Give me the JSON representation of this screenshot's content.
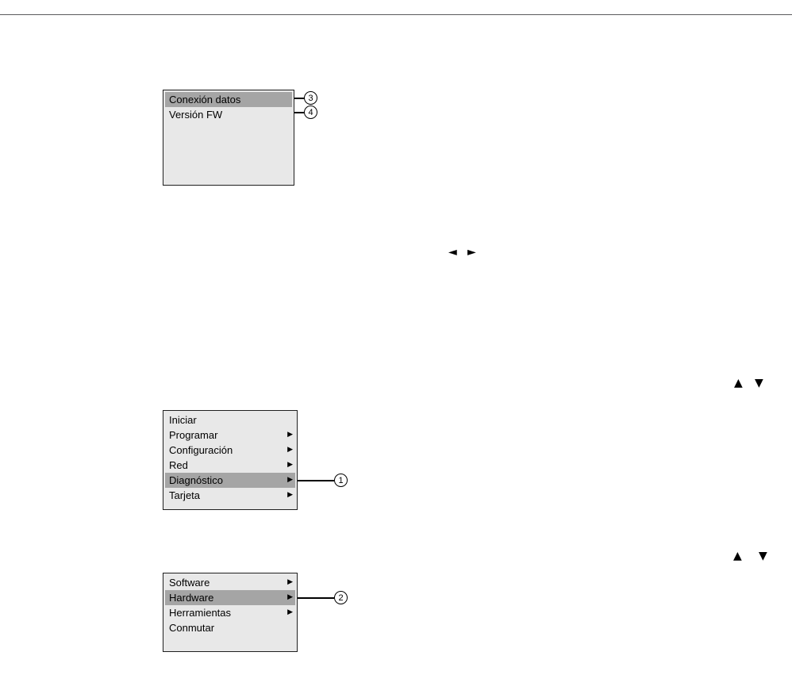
{
  "glyphs": {
    "submenu_arrow": "▶",
    "key_left": "◄",
    "key_right": "►",
    "key_up": "▲",
    "key_down": "▼"
  },
  "callouts": {
    "c1": "1",
    "c2": "2",
    "c3": "3",
    "c4": "4"
  },
  "screens": {
    "data_connection": {
      "items": [
        {
          "label": "Conexión datos",
          "highlighted": true,
          "submenu": false
        },
        {
          "label": "Versión FW",
          "highlighted": false,
          "submenu": false
        }
      ]
    },
    "main_menu": {
      "items": [
        {
          "label": "Iniciar",
          "highlighted": false,
          "submenu": false
        },
        {
          "label": "Programar",
          "highlighted": false,
          "submenu": true
        },
        {
          "label": "Configuración",
          "highlighted": false,
          "submenu": true
        },
        {
          "label": "Red",
          "highlighted": false,
          "submenu": true
        },
        {
          "label": "Diagnóstico",
          "highlighted": true,
          "submenu": true
        },
        {
          "label": "Tarjeta",
          "highlighted": false,
          "submenu": true
        }
      ]
    },
    "diagnostics_menu": {
      "items": [
        {
          "label": "Software",
          "highlighted": false,
          "submenu": true
        },
        {
          "label": "Hardware",
          "highlighted": true,
          "submenu": true
        },
        {
          "label": "Herramientas",
          "highlighted": false,
          "submenu": true
        },
        {
          "label": "Conmutar",
          "highlighted": false,
          "submenu": false
        }
      ]
    }
  },
  "colors": {
    "screen_background": "#e8e8e8",
    "highlight": "#a5a5a5",
    "border": "#1f1f1f"
  }
}
